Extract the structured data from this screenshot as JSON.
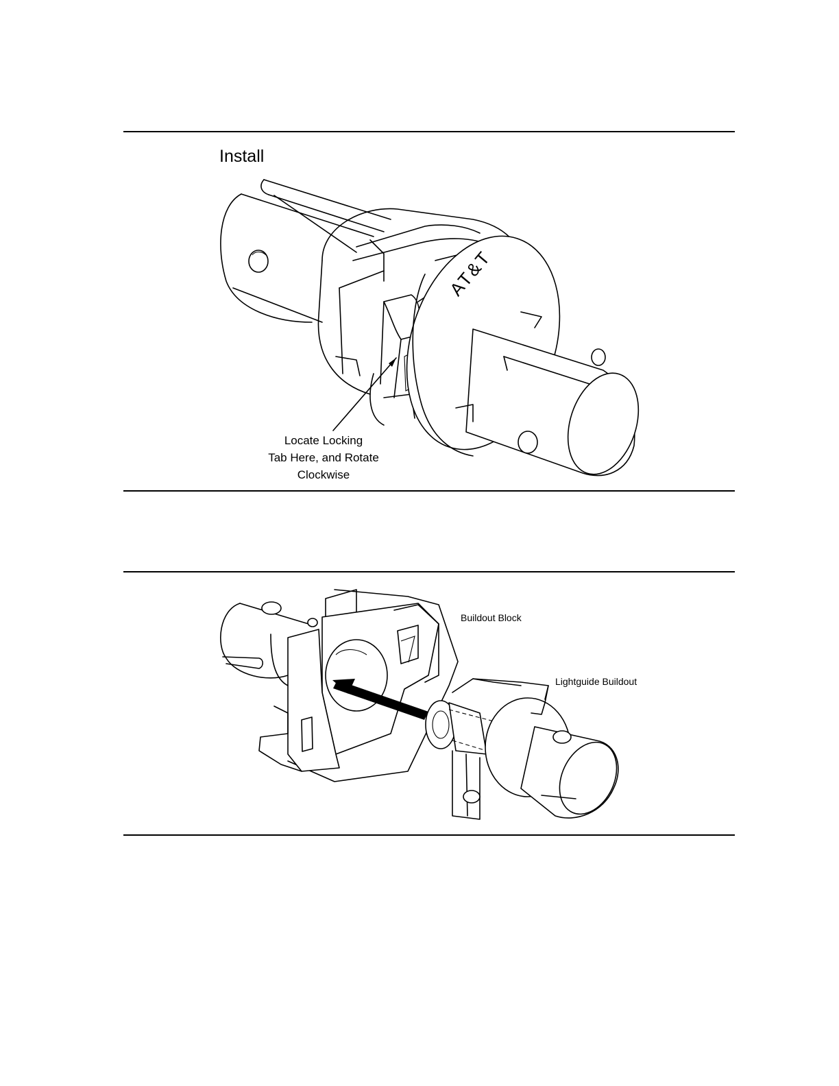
{
  "figure1": {
    "heading": "Install",
    "brand_marking": "AT&T",
    "callout_line1": "Locate Locking",
    "callout_line2": "Tab Here, and Rotate",
    "callout_line3": "Clockwise"
  },
  "figure2": {
    "label_block": "Buildout Block",
    "label_buildout": "Lightguide Buildout"
  },
  "colors": {
    "ink": "#000000",
    "paper": "#ffffff"
  }
}
